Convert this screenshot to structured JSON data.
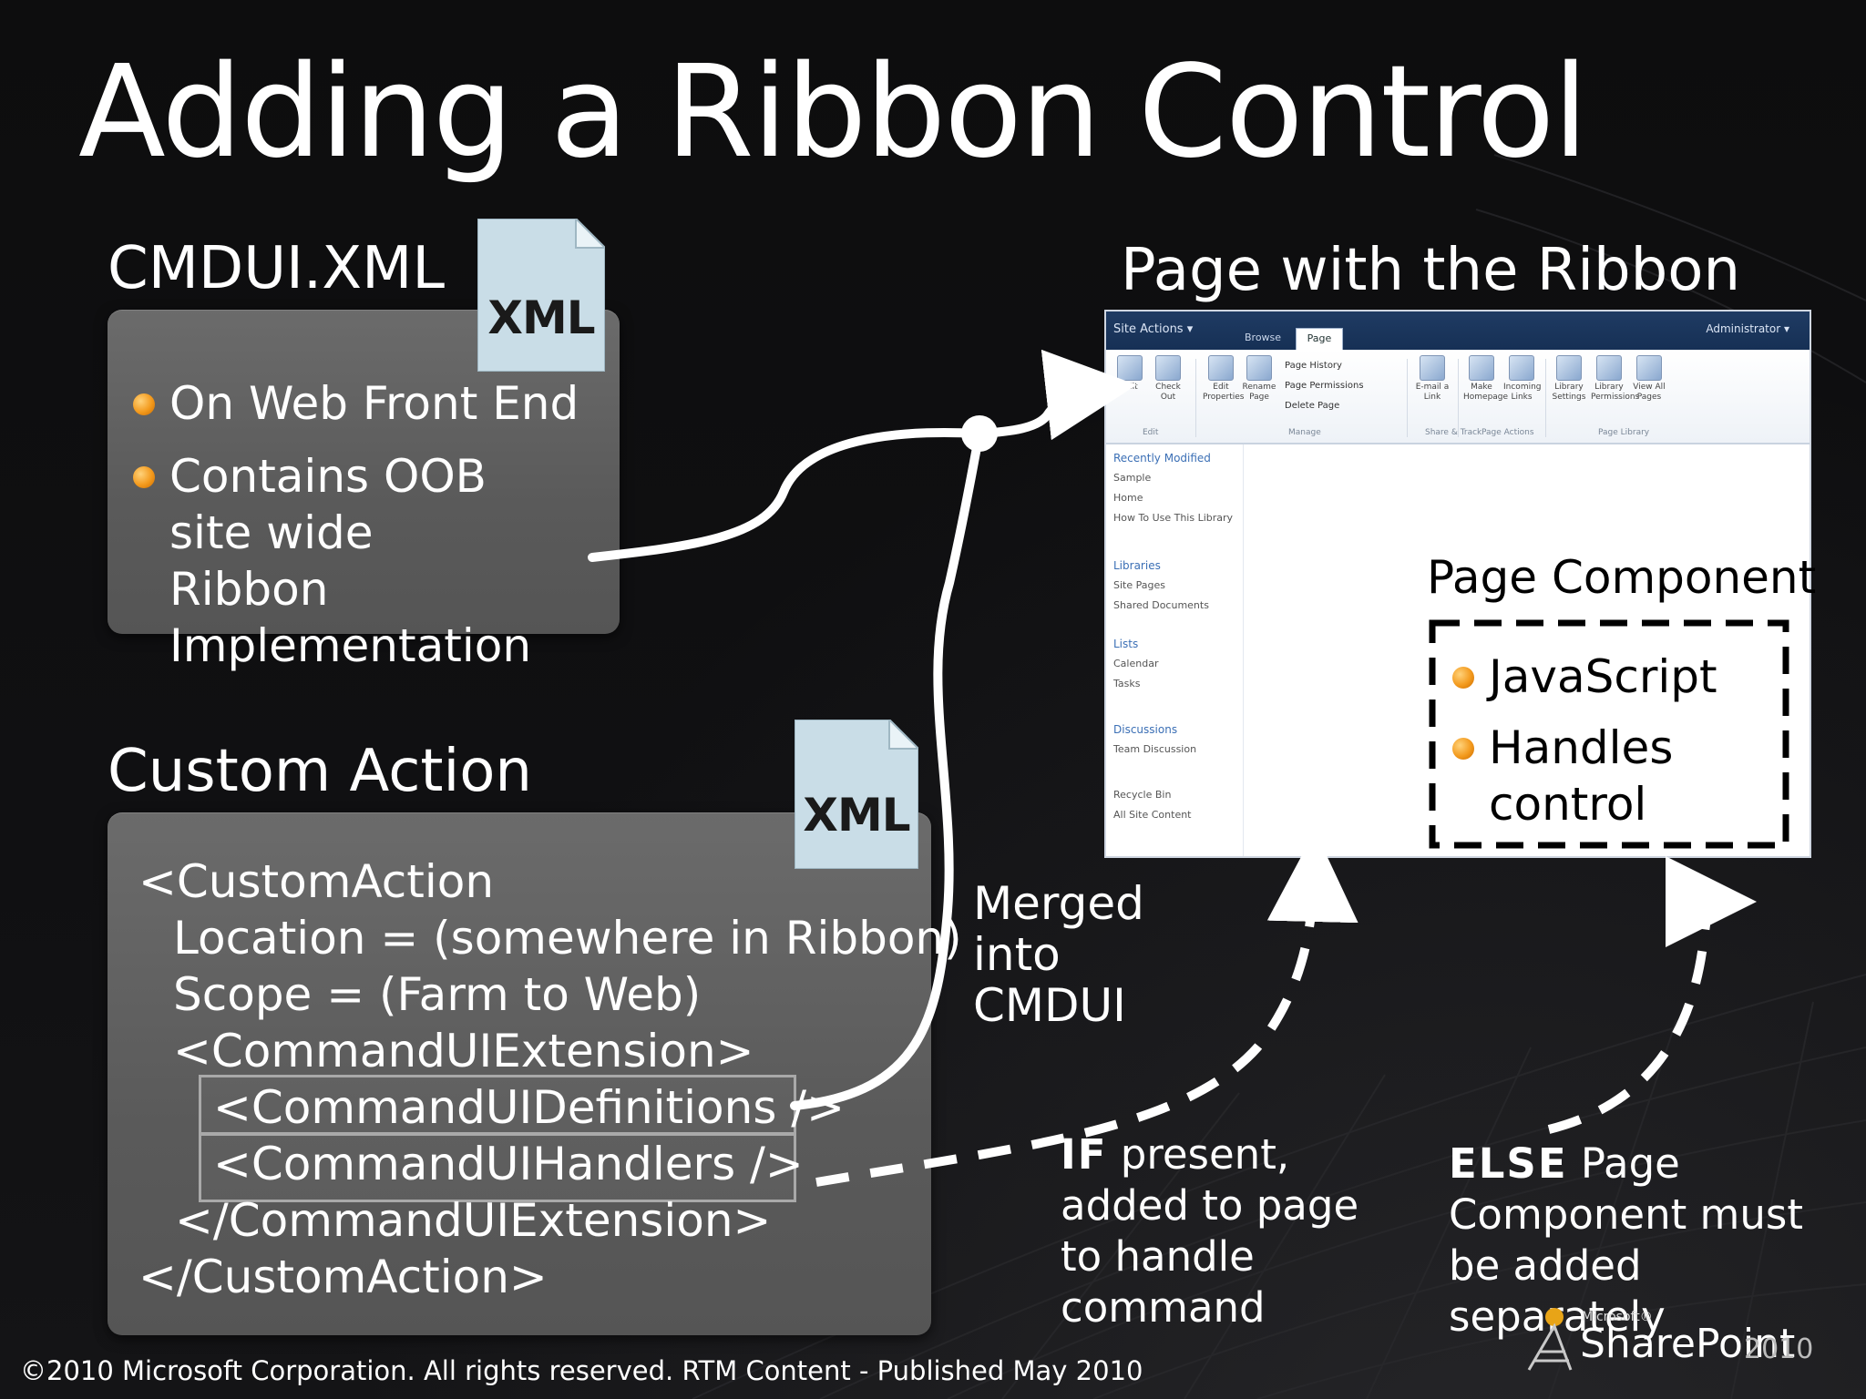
{
  "title": "Adding a Ribbon Control",
  "cmdui": {
    "heading": "CMDUI.XML",
    "icon_label": "XML",
    "bullets": [
      "On Web Front End",
      "Contains OOB site wide Ribbon Implementation"
    ]
  },
  "custom_action": {
    "heading": "Custom Action",
    "icon_label": "XML",
    "lines": [
      "<CustomAction",
      "Location = (somewhere in Ribbon)",
      "Scope = (Farm to Web)",
      "<CommandUIExtension>",
      "<CommandUIDefinitions />",
      "<CommandUIHandlers />",
      "</CommandUIExtension>",
      "</CustomAction>"
    ]
  },
  "page_ribbon": {
    "heading": "Page with the Ribbon",
    "screenshot": {
      "site_actions": "Site Actions ▾",
      "tab_browse": "Browse",
      "tab_page": "Page",
      "user": "Administrator ▾",
      "ribbon_buttons": [
        "Edit",
        "Check Out",
        "Edit Properties",
        "Rename Page",
        "E-mail a Link",
        "Make Homepage",
        "Incoming Links",
        "Library Settings",
        "Library Permissions",
        "View All Pages"
      ],
      "manage_items": [
        "Page History",
        "Page Permissions",
        "Delete Page"
      ],
      "groups": [
        "Edit",
        "Manage",
        "Share & Track",
        "Page Actions",
        "Page Library"
      ],
      "nav": {
        "recently_modified": "Recently Modified",
        "recent_items": [
          "Sample",
          "Home",
          "How To Use This Library"
        ],
        "libraries": "Libraries",
        "library_items": [
          "Site Pages",
          "Shared Documents"
        ],
        "lists": "Lists",
        "list_items": [
          "Calendar",
          "Tasks"
        ],
        "discussions": "Discussions",
        "discussion_items": [
          "Team Discussion"
        ],
        "bottom_items": [
          "Recycle Bin",
          "All Site Content"
        ]
      }
    }
  },
  "page_component": {
    "heading": "Page Component",
    "bullets": [
      "JavaScript",
      "Handles control"
    ]
  },
  "merged_label": [
    "Merged",
    "into",
    "CMDUI"
  ],
  "if_note": {
    "keyword": "IF",
    "text": " present, added to page to handle command"
  },
  "else_note": {
    "keyword": "ELSE",
    "text": " Page Component must be added separately"
  },
  "footer": "©2010 Microsoft Corporation. All rights reserved. RTM Content - Published May 2010",
  "logo": {
    "microsoft": "Microsoft®",
    "product": "SharePoint",
    "year": "2010"
  },
  "colors": {
    "background": "#0b0b0c",
    "panel": "#5f5f5f",
    "bullet": "#f39a1d",
    "text": "#ffffff"
  }
}
